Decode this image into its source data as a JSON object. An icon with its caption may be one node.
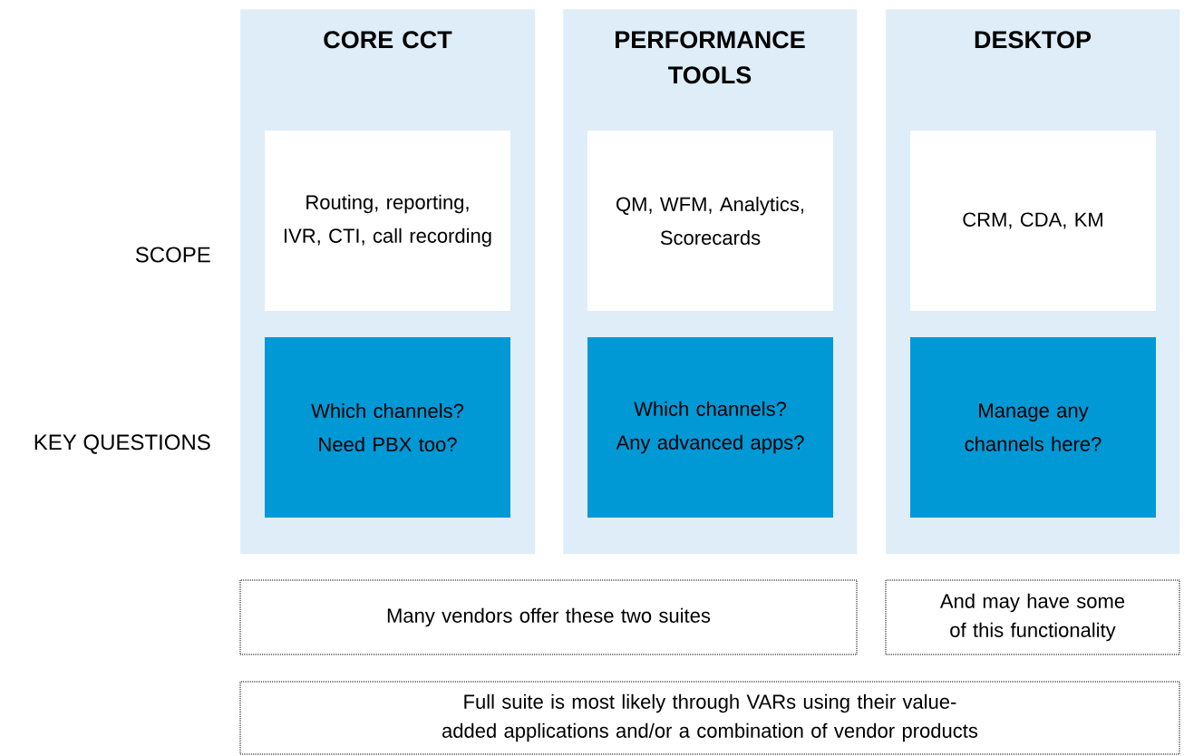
{
  "diagram": {
    "nodes": [
      {
        "text": [
          "CORE CCT"
        ]
      },
      {
        "text": [
          "Routing, reporting, IVR, CTI, call recording"
        ],
        "in": 0
      },
      {
        "text": [
          "Which channels? Need PBX too?"
        ],
        "in": 0
      },
      {
        "text": [
          "PERFORMANCE TOOLS"
        ]
      },
      {
        "text": [
          "QM, WFM, Analytics, Scorecards"
        ],
        "in": 3
      },
      {
        "text": [
          "Which channels? Any advanced apps?"
        ],
        "in": 3
      },
      {
        "text": [
          "DESKTOP"
        ]
      },
      {
        "text": [
          "CRM, CDA, KM"
        ],
        "in": 6
      },
      {
        "text": [
          "Manage any channels here?"
        ],
        "in": 6
      },
      {
        "text": [
          "Many vendors offer these two suites"
        ]
      },
      {
        "text": [
          "And may have some of this functionality"
        ]
      },
      {
        "text": [
          "Full suite is most likely through VARs using their value-added applications and/or a combination of vendor products"
        ]
      }
    ],
    "labels": [
      "SCOPE",
      "KEY QUESTIONS"
    ]
  }
}
